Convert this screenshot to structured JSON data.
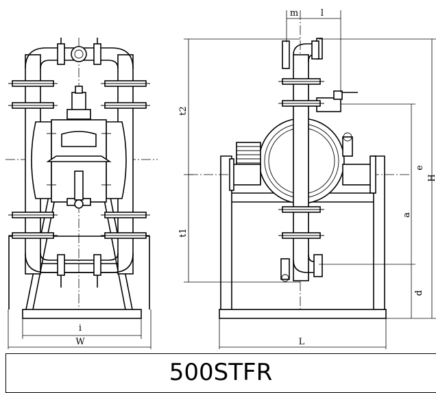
{
  "title": "500STFR",
  "dimension_labels": {
    "i": "i",
    "W": "W",
    "L": "L",
    "m": "m",
    "l": "l",
    "t2": "t2",
    "t1": "t1",
    "e": "e",
    "H": "H",
    "a": "a",
    "d": "d"
  }
}
